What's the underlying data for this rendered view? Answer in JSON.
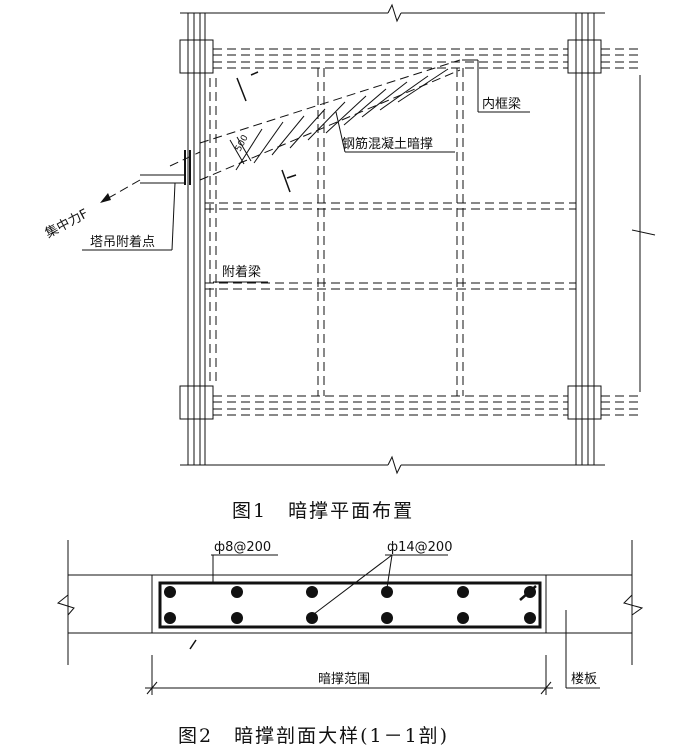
{
  "figure1": {
    "caption": "图1　暗撑平面布置",
    "labels": {
      "inner_beam": "内框梁",
      "rc_brace": "钢筋混凝土暗撑",
      "force": "集中力F",
      "attach_point": "塔吊附着点",
      "attach_beam": "附着梁",
      "dimension": "500"
    }
  },
  "figure2": {
    "caption": "图2　暗撑剖面大样(1－1剖)",
    "labels": {
      "stirrup": "ф8@200",
      "main_bar": "ф14@200",
      "range": "暗撑范围",
      "slab": "楼板"
    }
  }
}
